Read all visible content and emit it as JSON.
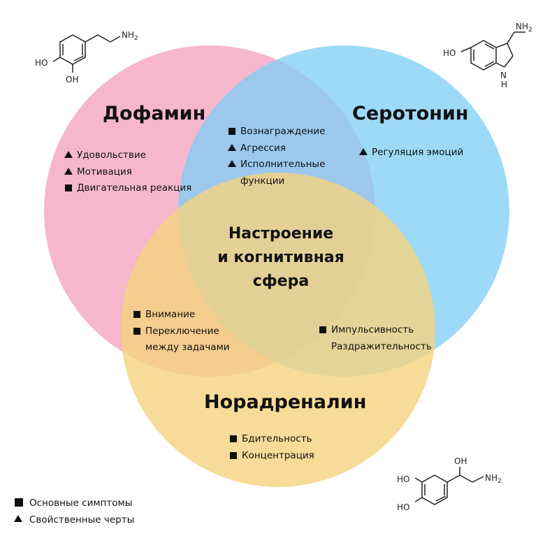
{
  "circles": {
    "dopamine": {
      "title": "Дофамин",
      "color": "#f3a3bf",
      "items": [
        {
          "marker": "triangle",
          "text": "Удовольствие"
        },
        {
          "marker": "triangle",
          "text": "Мотивация"
        },
        {
          "marker": "square",
          "text": "Двигательная реакция"
        }
      ]
    },
    "serotonin": {
      "title": "Серотонин",
      "color": "#7ccdf5",
      "items": [
        {
          "marker": "triangle",
          "text": "Регуляция эмоций"
        }
      ]
    },
    "noradrenaline": {
      "title": "Норадреналин",
      "color": "#f5d27e",
      "items": [
        {
          "marker": "square",
          "text": "Бдительность"
        },
        {
          "marker": "square",
          "text": "Концентрация"
        }
      ]
    }
  },
  "overlaps": {
    "dopamine_serotonin": [
      {
        "marker": "square",
        "text": "Вознаграждение"
      },
      {
        "marker": "triangle",
        "text": "Агрессия"
      },
      {
        "marker": "triangle",
        "text": "Исполнительные"
      },
      {
        "marker": "none",
        "text": "функции"
      }
    ],
    "dopamine_noradrenaline": [
      {
        "marker": "square",
        "text": "Внимание"
      },
      {
        "marker": "square",
        "text": "Переключение"
      },
      {
        "marker": "none",
        "text": "между задачами"
      }
    ],
    "serotonin_noradrenaline": [
      {
        "marker": "square",
        "text": "Импульсивность"
      },
      {
        "marker": "none",
        "text": "Раздражительность"
      }
    ],
    "center": [
      "Настроение",
      "и когнитивная",
      "сфера"
    ]
  },
  "molecules": {
    "dopamine": {
      "labels": [
        "HO",
        "OH",
        "NH2"
      ]
    },
    "serotonin": {
      "labels": [
        "HO",
        "NH2",
        "N",
        "H"
      ]
    },
    "noradrenaline": {
      "labels": [
        "HO",
        "HO",
        "OH",
        "NH2"
      ]
    }
  },
  "legend": [
    {
      "marker": "square",
      "text": "Основные симптомы"
    },
    {
      "marker": "triangle",
      "text": "Свойственные черты"
    }
  ]
}
